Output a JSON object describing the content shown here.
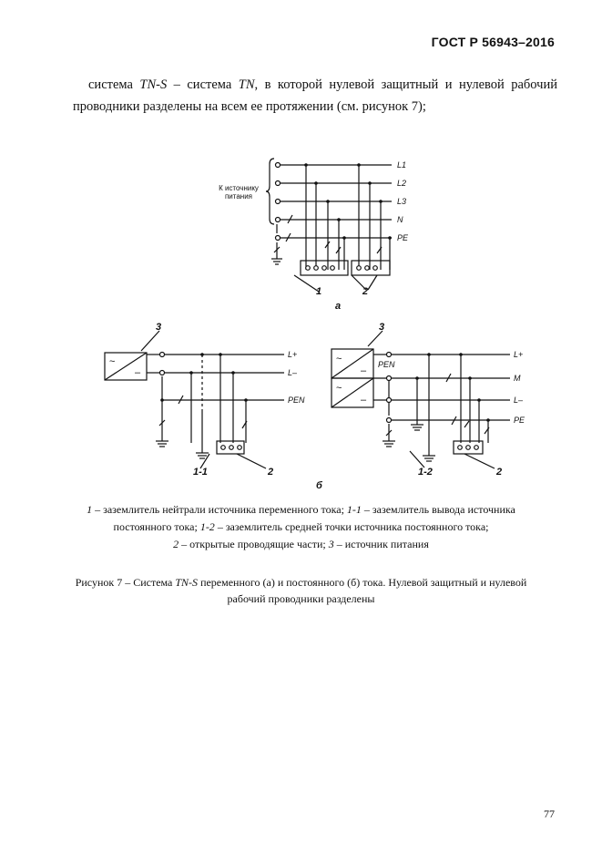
{
  "header": {
    "standard_code": "ГОСТ Р  56943–2016"
  },
  "intro": {
    "term": "TN-S",
    "text_a": "система ",
    "text_b": " – система ",
    "term2": "TN",
    "text_c": ", в которой нулевой защитный и нулевой рабочий проводники разделены на всем ее протяжении (см. рисунок 7);"
  },
  "figure": {
    "diagram_a": {
      "source_label_line1": "К источнику",
      "source_label_line2": "питания",
      "conductors": [
        "L1",
        "L2",
        "L3",
        "N",
        "PE"
      ],
      "callouts": [
        "1",
        "2"
      ],
      "sub_label": "а"
    },
    "diagram_b_left": {
      "source_callout": "3",
      "conductors": [
        "L+",
        "L–",
        "PEN"
      ],
      "callouts": [
        "1-1",
        "2"
      ]
    },
    "diagram_b_right": {
      "source_callout": "3",
      "pen_label": "PEN",
      "conductors": [
        "L+",
        "M",
        "L–",
        "PE"
      ],
      "callouts": [
        "1-2",
        "2"
      ]
    },
    "sub_label_b": "б",
    "symbols": {
      "ac": "~",
      "dc": "–"
    }
  },
  "legend": {
    "k1": "1",
    "t1": " – заземлитель нейтрали источника переменного тока; ",
    "k2": "1-1",
    "t2": " – заземлитель вывода источника постоянного тока; ",
    "k3": "1-2",
    "t3": " – заземлитель средней точки источника постоянного тока;",
    "k4": "2",
    "t4": " – открытые проводящие части; ",
    "k5": "3",
    "t5": " – источник питания"
  },
  "caption": {
    "prefix": "Рисунок 7 – Система ",
    "term": "TN-S",
    "suffix": " переменного (а) и постоянного (б) тока. Нулевой защитный и нулевой рабочий проводники разделены"
  },
  "footer": {
    "page_number": "77"
  }
}
